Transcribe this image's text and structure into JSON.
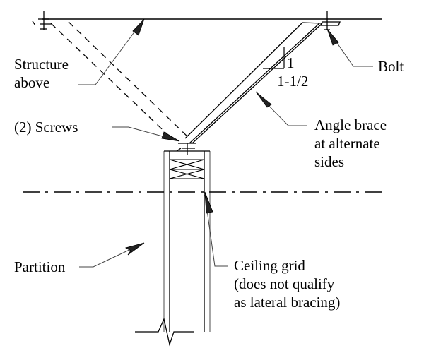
{
  "diagram": {
    "title": "",
    "labels": {
      "structure_above": [
        "Structure",
        "above"
      ],
      "screws": "(2) Screws",
      "slope_rise": "1",
      "slope_run": "1-1/2",
      "bolt": "Bolt",
      "angle_brace": [
        "Angle brace",
        "at alternate",
        "sides"
      ],
      "ceiling_grid": [
        "Ceiling grid",
        "(does not qualify",
        "as lateral bracing)"
      ],
      "partition": "Partition"
    },
    "colors": {
      "line": "#000000",
      "leader": "#444444",
      "stud": "#777777",
      "background": "#ffffff"
    }
  }
}
